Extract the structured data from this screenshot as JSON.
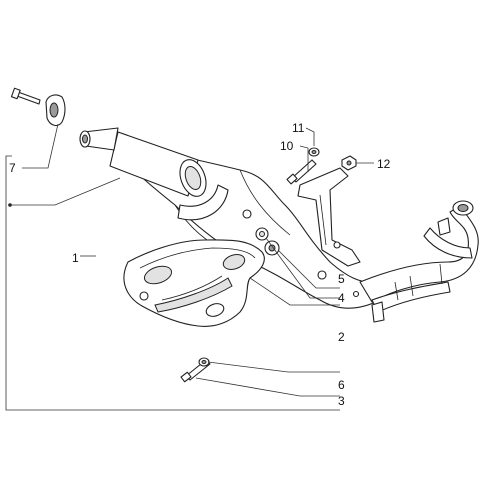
{
  "callouts": {
    "c1": "1",
    "c2": "2",
    "c3": "3",
    "c4": "4",
    "c5": "5",
    "c6": "6",
    "c7": "7",
    "c10": "10",
    "c11": "11",
    "c12": "12"
  },
  "colors": {
    "line": "#222222",
    "background": "#ffffff"
  }
}
